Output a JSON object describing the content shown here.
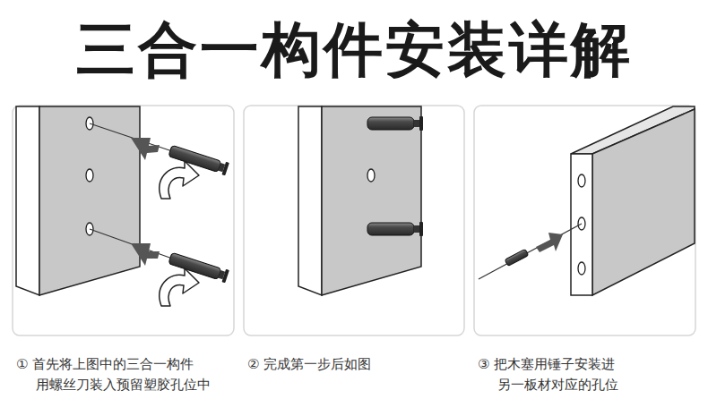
{
  "diagram": {
    "title": "三合一构件安装详解",
    "labels": [
      "① 首先将上图中的三合一构件 用螺丝刀装入预留塑胶孔位中",
      "② 完成第一步后如图",
      "③ 把木塞用锤子安装进 另一板材对应的孔位"
    ]
  }
}
